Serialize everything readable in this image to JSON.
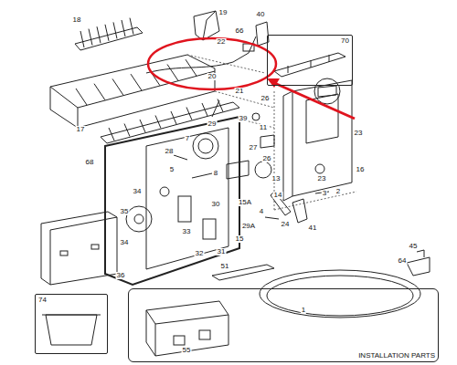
{
  "diagram": {
    "nodes": [
      {
        "text": [
          "70"
        ]
      },
      {
        "text": [
          "74"
        ]
      },
      {
        "text": [
          "INSTALLATION PARTS"
        ]
      }
    ],
    "labels": [
      "18",
      "19",
      "40",
      "66",
      "22",
      "20",
      "21",
      "17",
      "26",
      "39",
      "11",
      "29",
      "7",
      "28",
      "5",
      "27",
      "26",
      "13",
      "23",
      "23",
      "16",
      "3",
      "2",
      "68",
      "8",
      "30",
      "15A",
      "14",
      "4",
      "24",
      "41",
      "34",
      "35",
      "34",
      "33",
      "32",
      "31",
      "29A",
      "15",
      "36",
      "45",
      "64",
      "51",
      "1",
      "55"
    ]
  }
}
